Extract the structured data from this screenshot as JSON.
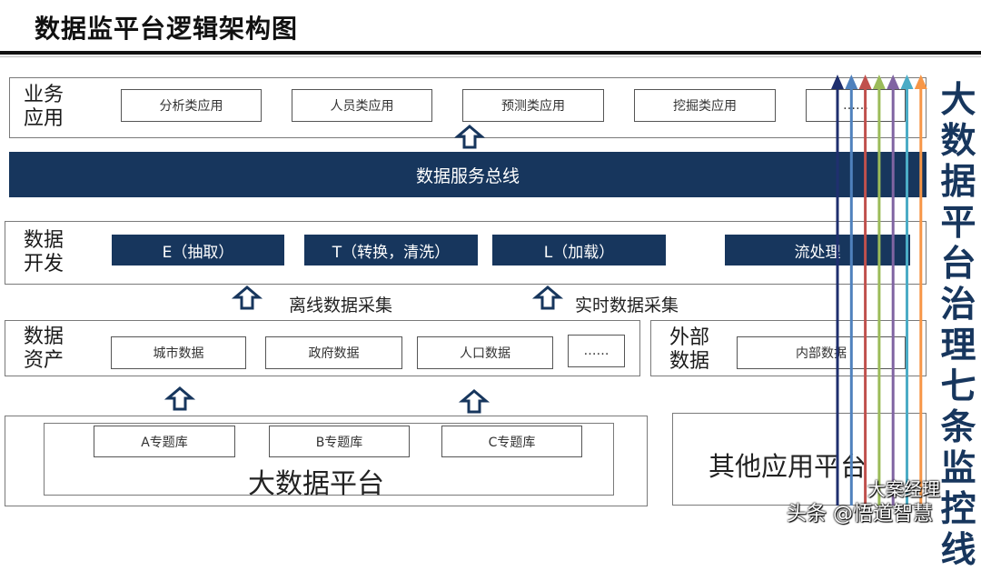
{
  "page": {
    "title": "数据监平台逻辑架构图"
  },
  "business": {
    "label": "业务\n应用",
    "apps": [
      "分析类应用",
      "人员类应用",
      "预测类应用",
      "挖掘类应用",
      "……"
    ]
  },
  "bus": {
    "label": "数据服务总线"
  },
  "dev": {
    "label": "数据\n开发",
    "steps": [
      "E（抽取）",
      "T（转换，清洗）",
      "L（加载）",
      "流处理"
    ]
  },
  "collect": {
    "offline": "离线数据采集",
    "realtime": "实时数据采集"
  },
  "assets": {
    "label": "数据\n资产",
    "items": [
      "城市数据",
      "政府数据",
      "人口数据",
      "……"
    ]
  },
  "external": {
    "label": "外部\n数据",
    "item": "内部数据"
  },
  "platform": {
    "label": "大数据平台",
    "libs": [
      "A专题库",
      "B专题库",
      "C专题库"
    ]
  },
  "other_platform": {
    "label": "其他应用平台"
  },
  "governance": {
    "title": "大数据平台治理七条监控线",
    "line_colors": [
      "#1f2f6e",
      "#4f81bd",
      "#c0504d",
      "#9bbb59",
      "#8064a2",
      "#4bacc6",
      "#f79646"
    ]
  },
  "watermark": {
    "line1": "大案经理",
    "line2": "头条 @悟道智慧"
  }
}
